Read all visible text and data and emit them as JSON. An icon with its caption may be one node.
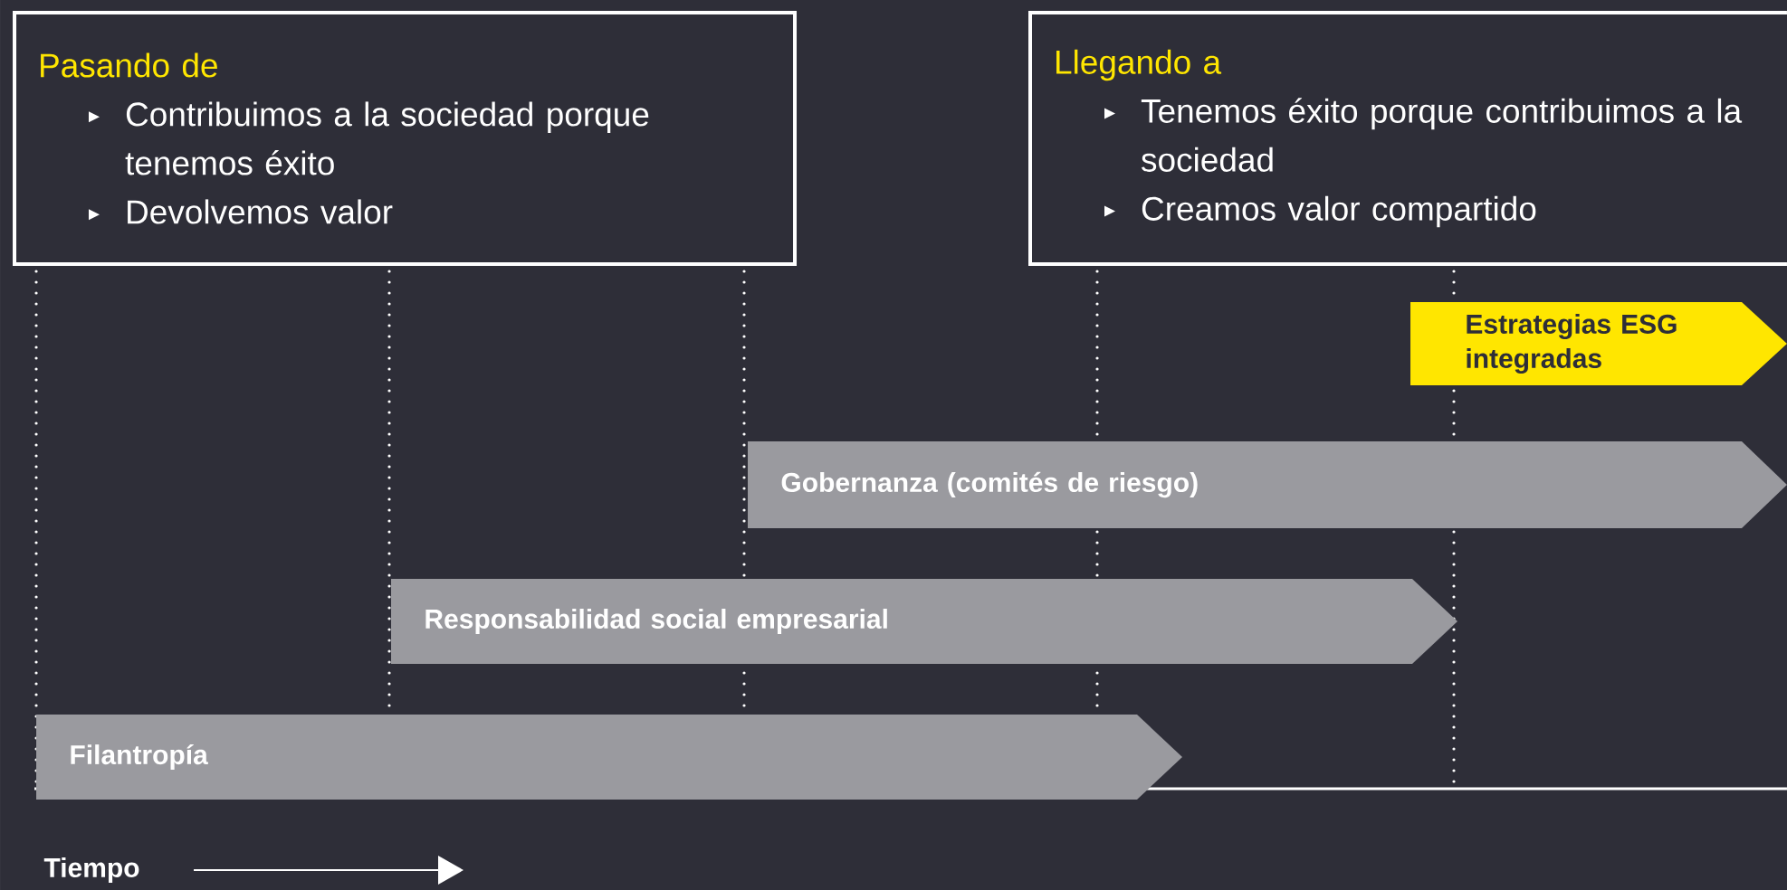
{
  "diagram": {
    "nodes": [
      {
        "text": [
          "Pasando de",
          "Contribuimos a la sociedad porque tenemos éxito",
          "Devolvemos valor"
        ]
      },
      {
        "text": [
          "Llegando a",
          "Tenemos éxito porque contribuimos a la sociedad",
          "Creamos valor compartido"
        ]
      },
      {
        "text": [
          "Estrategias ESG integradas"
        ]
      },
      {
        "text": [
          "Gobernanza (comités de riesgo)"
        ]
      },
      {
        "text": [
          "Responsabilidad social empresarial"
        ]
      },
      {
        "text": [
          "Filantropía"
        ]
      }
    ],
    "labels": [
      "Tiempo"
    ]
  }
}
